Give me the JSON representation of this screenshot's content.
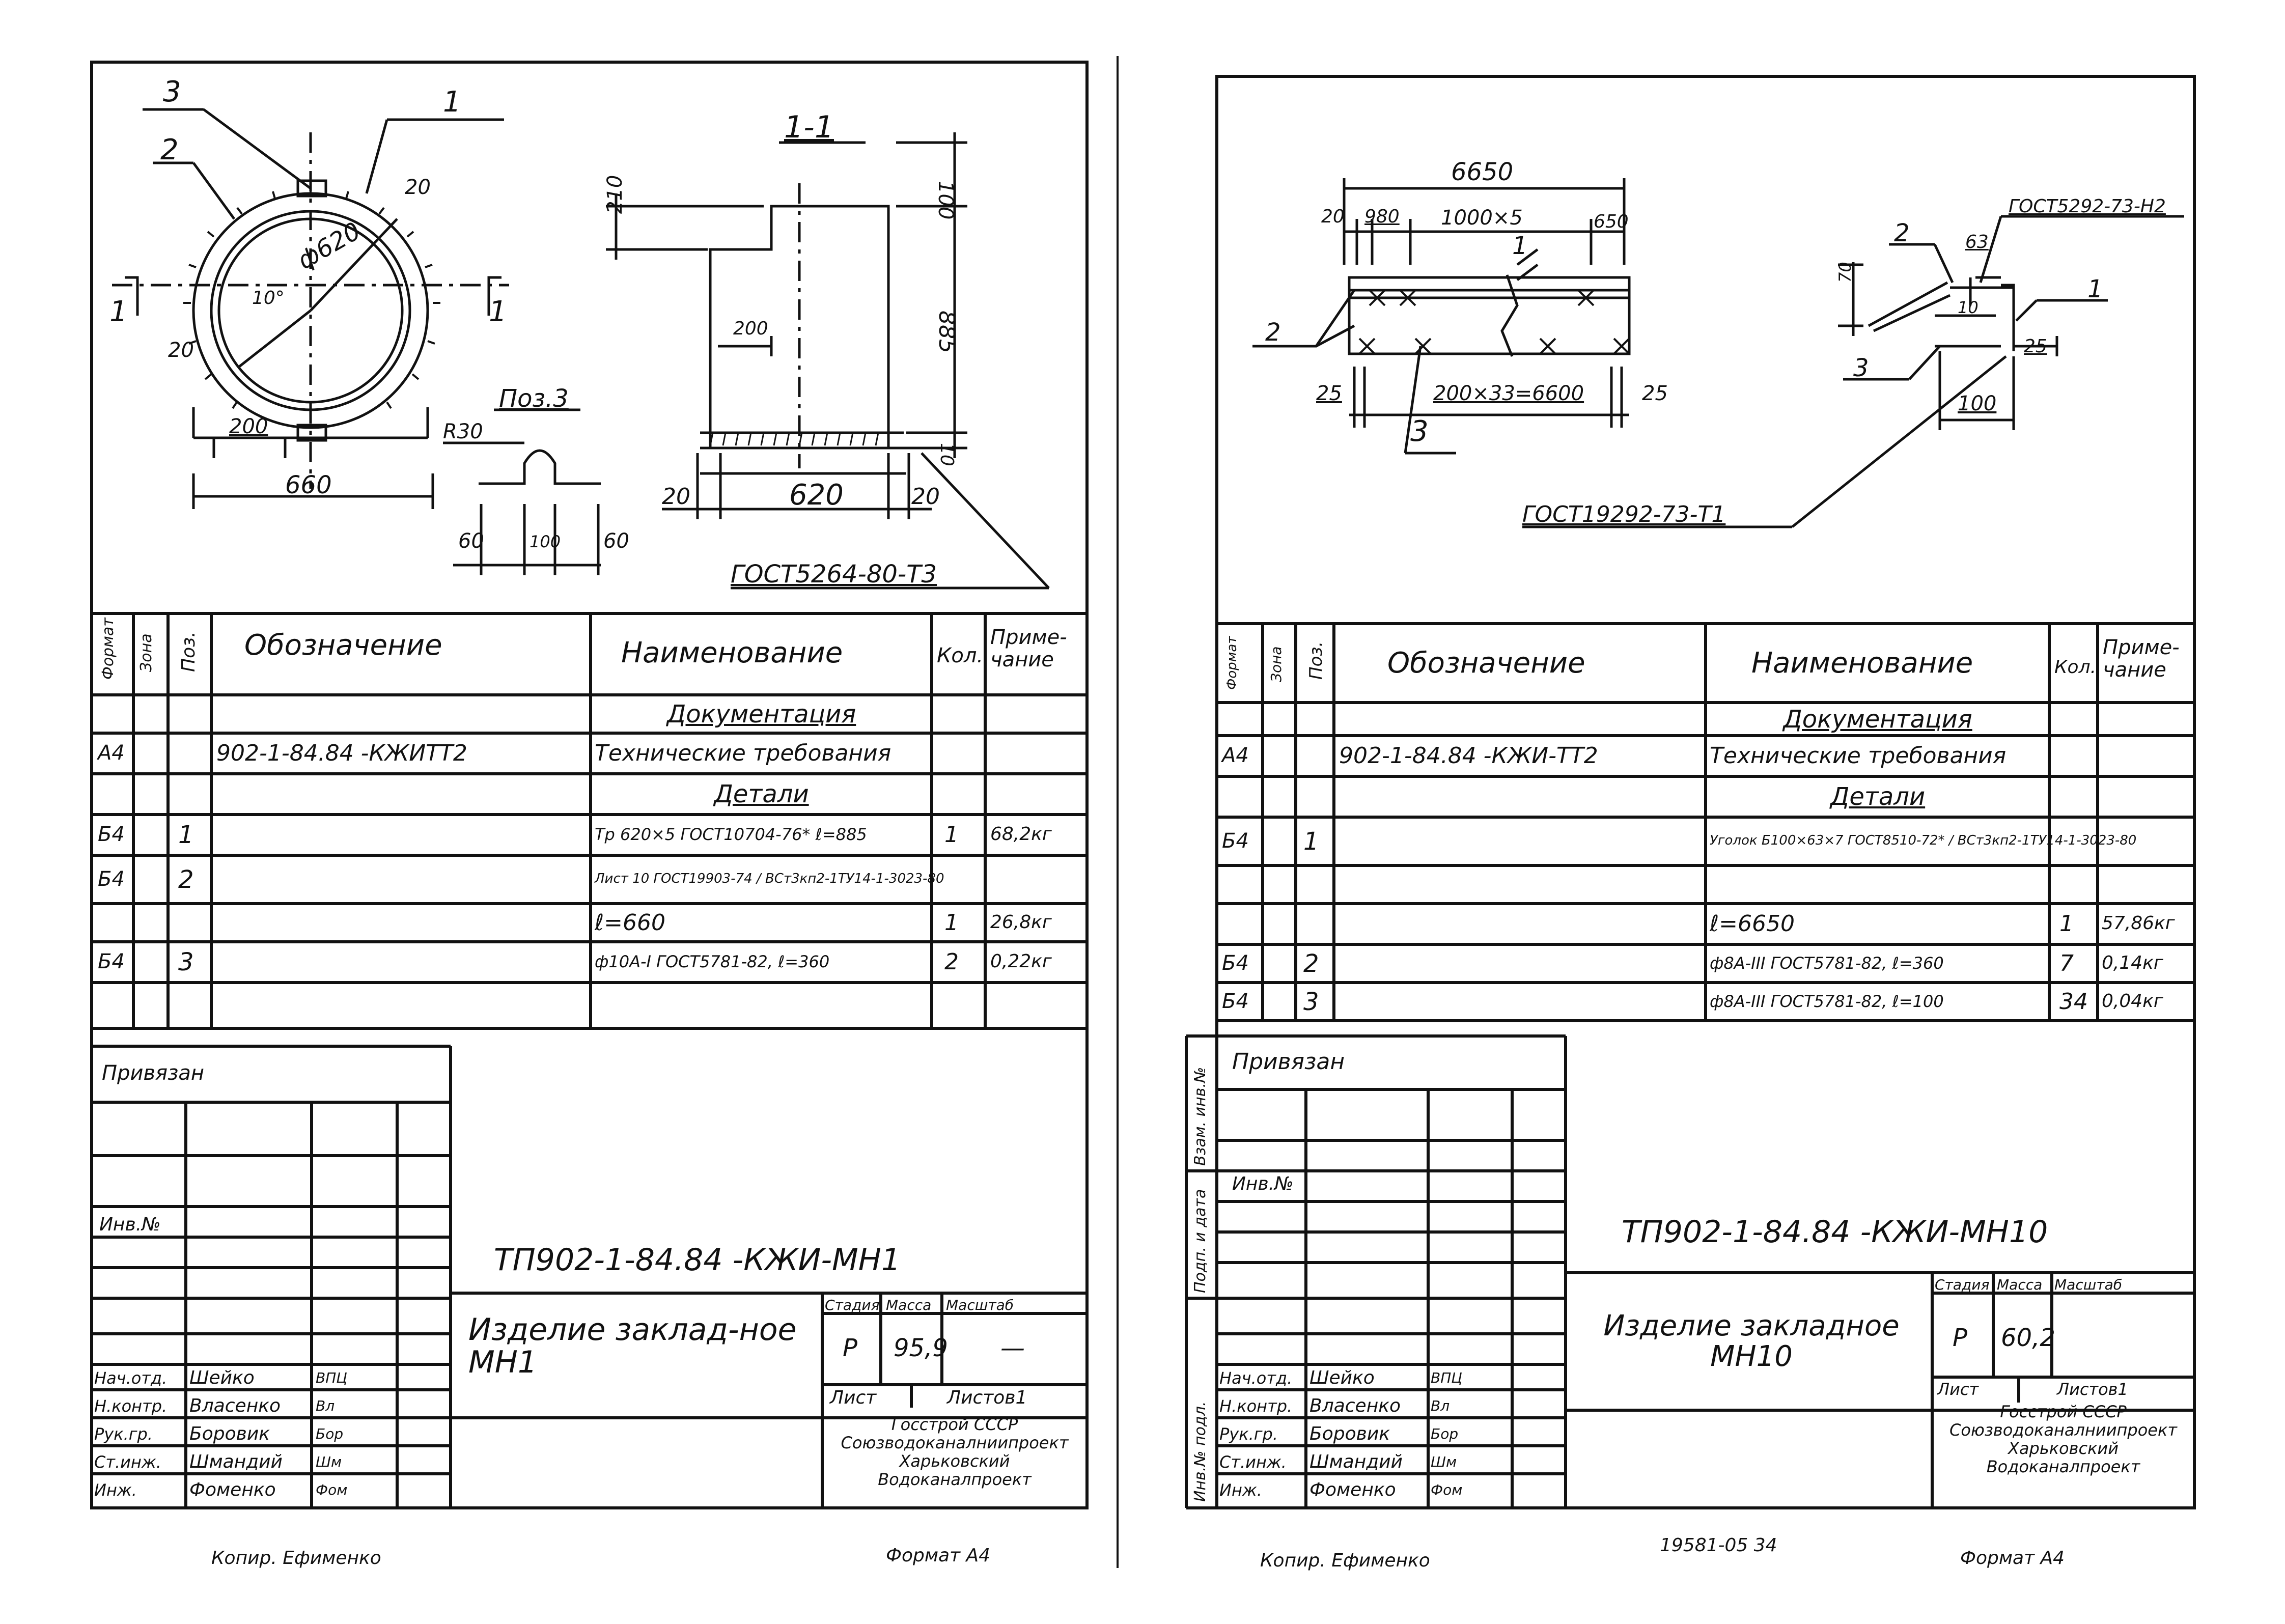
{
  "left": {
    "dims": {
      "leader1": "1",
      "leader2": "2",
      "leader3": "3",
      "phi620": "ф620",
      "d20a": "20",
      "d20b": "20",
      "angle": "10°",
      "sec1": "1",
      "sec1b": "1",
      "d200": "200",
      "d660": "660",
      "section_title": "1-1",
      "d210": "210",
      "d100": "100",
      "d200b": "200",
      "d885": "885",
      "d10": "10",
      "d20c": "20",
      "d620": "620",
      "d20d": "20",
      "pos3_title": "Поз.3",
      "r30": "R30",
      "d60a": "60",
      "d100b": "100",
      "d60b": "60",
      "gost_weld": "ГОСТ5264-80-Т3"
    },
    "spec_header": {
      "format": "Формат",
      "zone": "Зона",
      "pos": "Поз.",
      "designation": "Обозначение",
      "name": "Наименование",
      "qty": "Кол.",
      "note": "Приме-чание"
    },
    "rows": [
      {
        "format": "",
        "pos": "",
        "designation": "",
        "name": "Документация",
        "qty": "",
        "note": "",
        "style": "section"
      },
      {
        "format": "А4",
        "pos": "",
        "designation": "902-1-84.84 -КЖИТТ2",
        "name": "Технические требования",
        "qty": "",
        "note": ""
      },
      {
        "format": "",
        "pos": "",
        "designation": "",
        "name": "Детали",
        "qty": "",
        "note": "",
        "style": "section"
      },
      {
        "format": "Б4",
        "pos": "1",
        "designation": "",
        "name": "Тр 620×5 ГОСТ10704-76* ℓ=885",
        "qty": "1",
        "note": "68,2кг"
      },
      {
        "format": "Б4",
        "pos": "2",
        "designation": "",
        "name": "Лист 10 ГОСТ19903-74 / ВСт3кп2-1ТУ14-1-3023-80",
        "qty": "",
        "note": ""
      },
      {
        "format": "",
        "pos": "",
        "designation": "",
        "name": "ℓ=660",
        "qty": "1",
        "note": "26,8кг"
      },
      {
        "format": "Б4",
        "pos": "3",
        "designation": "",
        "name": "ф10А-I ГОСТ5781-82, ℓ=360",
        "qty": "2",
        "note": "0,22кг"
      }
    ],
    "stamp": {
      "bound": "Привязан",
      "inv": "Инв.№",
      "code": "ТП902-1-84.84 -КЖИ-МН1",
      "title": "Изделие заклад-ное МН1",
      "stage_h": "Стадия",
      "mass_h": "Масса",
      "scale_h": "Масштаб",
      "stage": "Р",
      "mass": "95,9",
      "scale": "—",
      "sheet_h": "Лист",
      "sheets_h": "Листов1",
      "org": "Госстрой СССР Союзводоканалниипроект Харьковский Водоканалпроект",
      "people": [
        {
          "role": "Нач.отд.",
          "name": "Шейко",
          "sign": "ВПЦ"
        },
        {
          "role": "Н.контр.",
          "name": "Власенко",
          "sign": "Вл"
        },
        {
          "role": "Рук.гр.",
          "name": "Боровик",
          "sign": "Бор"
        },
        {
          "role": "Ст.инж.",
          "name": "Шмандий",
          "sign": "Шм"
        },
        {
          "role": "Инж.",
          "name": "Фоменко",
          "sign": "Фом"
        }
      ]
    },
    "footer_copy": "Копир. Ефименко",
    "footer_format": "Формат А4"
  },
  "right": {
    "dims": {
      "d6650": "6650",
      "d20": "20",
      "d980": "980",
      "d1000x5": "1000×5",
      "d650": "650",
      "gost_weld_top": "ГОСТ5292-73-Н2",
      "leader1": "1",
      "leader2": "2",
      "leader3": "3",
      "d63": "63",
      "d70": "70",
      "d10": "10",
      "d25a": "25",
      "d25b": "25",
      "d25c": "25",
      "d200x33": "200×33=6600",
      "d100": "100",
      "leader2b": "2",
      "leader3b": "3",
      "leader1b": "1",
      "gost_weld_bottom": "ГОСТ19292-73-Т1"
    },
    "spec_header": {
      "format": "Формат",
      "zone": "Зона",
      "pos": "Поз.",
      "designation": "Обозначение",
      "name": "Наименование",
      "qty": "Кол.",
      "note": "Приме-чание"
    },
    "rows": [
      {
        "format": "",
        "pos": "",
        "designation": "",
        "name": "Документация",
        "qty": "",
        "note": "",
        "style": "section"
      },
      {
        "format": "А4",
        "pos": "",
        "designation": "902-1-84.84 -КЖИ-ТТ2",
        "name": "Технические требования",
        "qty": "",
        "note": ""
      },
      {
        "format": "",
        "pos": "",
        "designation": "",
        "name": "Детали",
        "qty": "",
        "note": "",
        "style": "section"
      },
      {
        "format": "Б4",
        "pos": "1",
        "designation": "",
        "name": "Уголок Б100×63×7 ГОСТ8510-72* / ВСт3кп2-1ТУ14-1-3023-80",
        "qty": "",
        "note": ""
      },
      {
        "format": "",
        "pos": "",
        "designation": "",
        "name": "",
        "qty": "",
        "note": ""
      },
      {
        "format": "",
        "pos": "",
        "designation": "",
        "name": "ℓ=6650",
        "qty": "1",
        "note": "57,86кг"
      },
      {
        "format": "Б4",
        "pos": "2",
        "designation": "",
        "name": "ф8А-III ГОСТ5781-82, ℓ=360",
        "qty": "7",
        "note": "0,14кг"
      },
      {
        "format": "Б4",
        "pos": "3",
        "designation": "",
        "name": "ф8А-III ГОСТ5781-82, ℓ=100",
        "qty": "34",
        "note": "0,04кг"
      }
    ],
    "side_labels": {
      "a": "Взам. инв.№",
      "b": "Подп. и дата",
      "c": "Инв.№ подл."
    },
    "stamp": {
      "bound": "Привязан",
      "inv": "Инв.№",
      "code": "ТП902-1-84.84 -КЖИ-МН10",
      "title": "Изделие закладное МН10",
      "stage_h": "Стадия",
      "mass_h": "Масса",
      "scale_h": "Масштаб",
      "stage": "Р",
      "mass": "60,2",
      "scale": "",
      "sheet_h": "Лист",
      "sheets_h": "Листов1",
      "org": "Госстрой СССР Союзводоканалниипроект Харьковский Водоканалпроект",
      "people": [
        {
          "role": "Нач.отд.",
          "name": "Шейко",
          "sign": "ВПЦ"
        },
        {
          "role": "Н.контр.",
          "name": "Власенко",
          "sign": "Вл"
        },
        {
          "role": "Рук.гр.",
          "name": "Боровик",
          "sign": "Бор"
        },
        {
          "role": "Ст.инж.",
          "name": "Шмандий",
          "sign": "Шм"
        },
        {
          "role": "Инж.",
          "name": "Фоменко",
          "sign": "Фом"
        }
      ]
    },
    "footer_copy": "Копир. Ефименко",
    "footer_num": "19581-05   34",
    "footer_format": "Формат А4"
  }
}
